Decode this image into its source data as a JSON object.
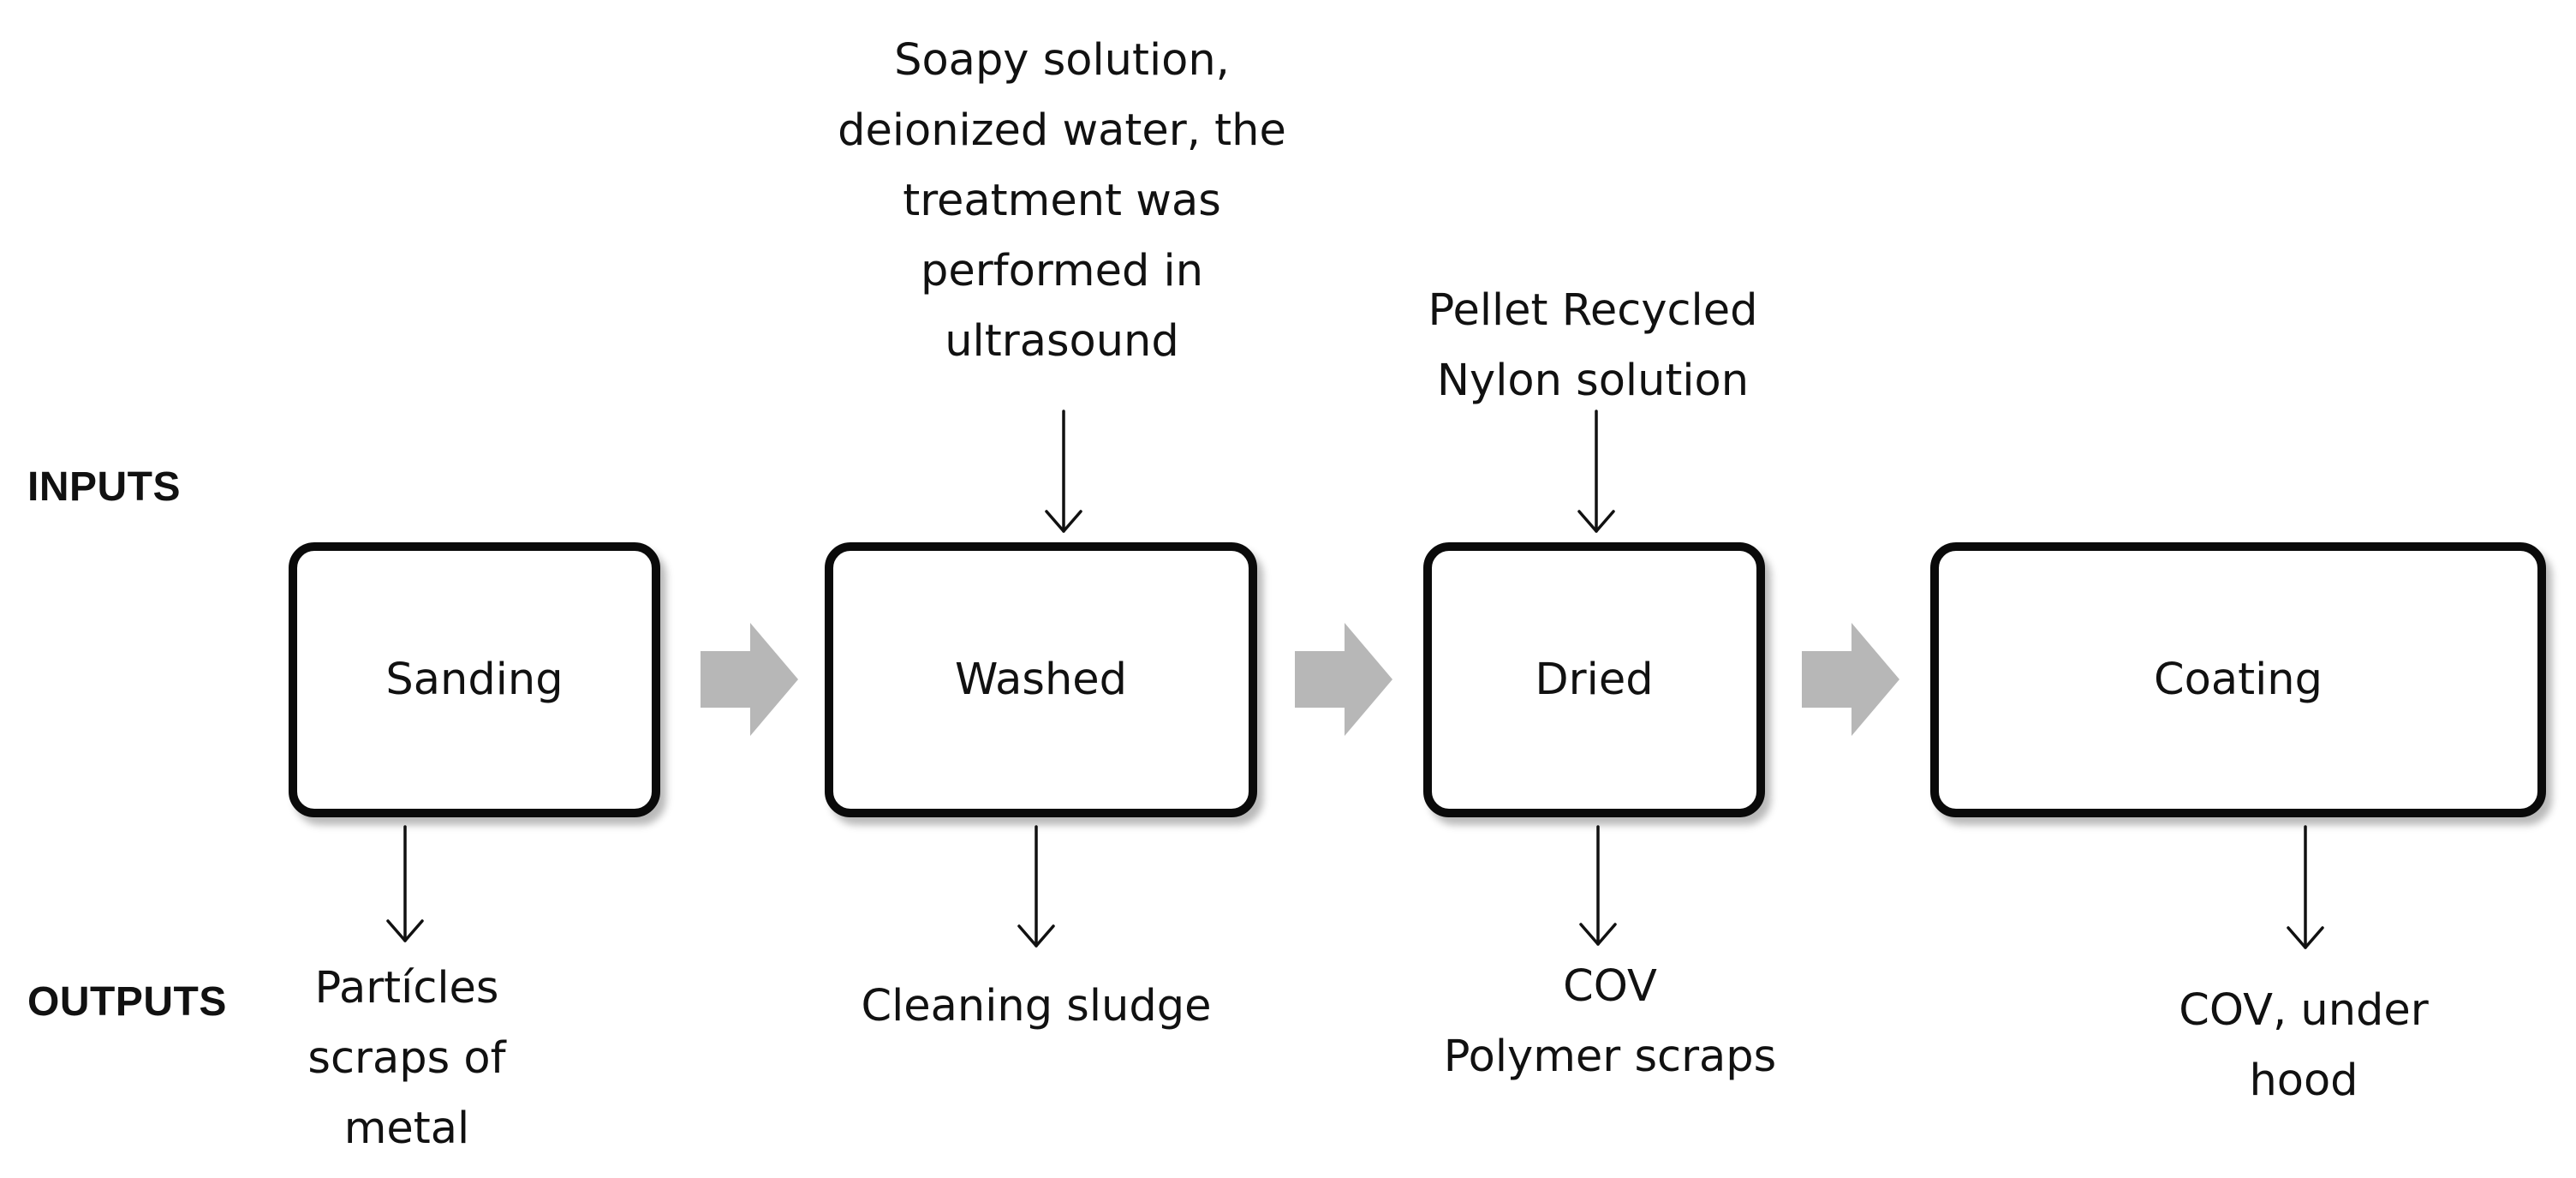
{
  "labels": {
    "inputs": "INPUTS",
    "outputs": "OUTPUTS"
  },
  "steps": [
    {
      "name": "Sanding"
    },
    {
      "name": "Washed"
    },
    {
      "name": "Dried"
    },
    {
      "name": "Coating"
    }
  ],
  "inputs": {
    "washed": "Soapy solution,\ndeionized water, the\ntreatment was\nperformed in\nultrasound",
    "dried": "Pellet Recycled\nNylon solution"
  },
  "outputs": {
    "sanding": "Partícles\nscraps of\nmetal",
    "washed": "Cleaning sludge",
    "dried": "COV\nPolymer scraps",
    "coating": "COV, under\nhood"
  },
  "colors": {
    "box_border": "#0a0a0a",
    "flow_arrow": "#b7b7b7",
    "line_arrow": "#111111",
    "text": "#111111"
  }
}
